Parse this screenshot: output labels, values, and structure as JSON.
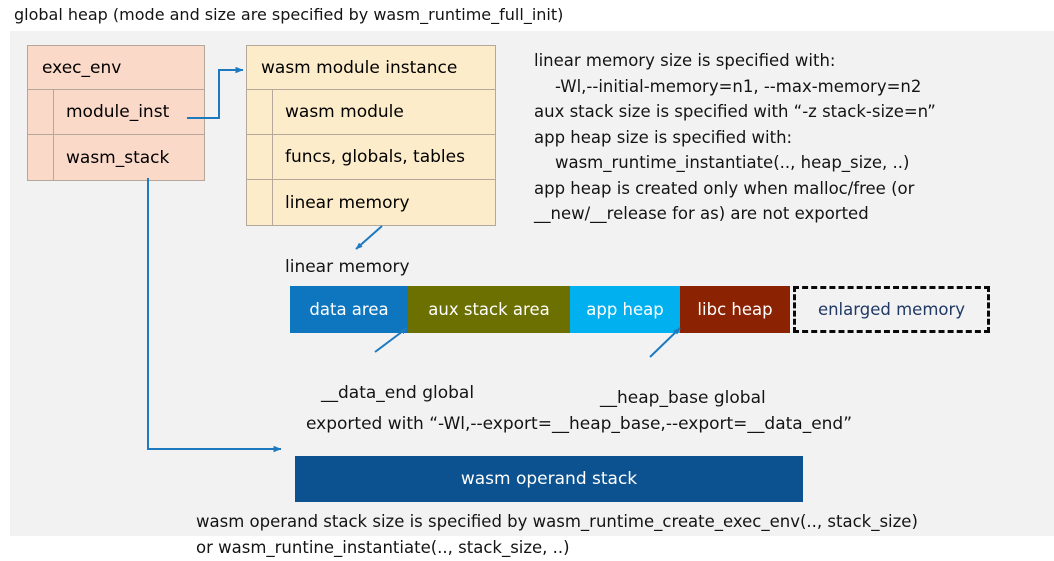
{
  "title": "global heap (mode and size are specified by wasm_runtime_full_init)",
  "colors": {
    "panel_background": "#f2f2f2",
    "exec_env_fill": "#fbd9c9",
    "module_instance_fill": "#fdecca",
    "box_border": "#b5a89a",
    "data_area": "#0d76bf",
    "aux_stack_area": "#6b7000",
    "app_heap": "#00b0ef",
    "libc_heap": "#8b2303",
    "enlarged_memory_text": "#1f3864",
    "operand_stack": "#0d5290",
    "connector": "#1e7ac0"
  },
  "exec_env": {
    "header": "exec_env",
    "fields": [
      {
        "label": "module_inst"
      },
      {
        "label": "wasm_stack"
      }
    ]
  },
  "module_instance": {
    "header": "wasm module instance",
    "fields": [
      {
        "label": "wasm module"
      },
      {
        "label": "funcs, globals, tables"
      },
      {
        "label": "linear memory"
      }
    ]
  },
  "info_text": "linear memory size is specified with:\n    -Wl,--initial-memory=n1, --max-memory=n2\naux stack size is specified with “-z stack-size=n”\napp heap size is specified with:\n    wasm_runtime_instantiate(.., heap_size, ..)\napp heap is created only when malloc/free (or\n__new/__release for as) are not exported",
  "linear_memory": {
    "caption": "linear memory",
    "segments": [
      {
        "label": "data area",
        "color": "#0d76bf",
        "width": 118,
        "style": "solid"
      },
      {
        "label": "aux stack area",
        "color": "#6b7000",
        "width": 162,
        "style": "solid"
      },
      {
        "label": "app heap",
        "color": "#00b0ef",
        "width": 110,
        "style": "solid"
      },
      {
        "label": "libc heap",
        "color": "#8b2303",
        "width": 110,
        "style": "solid"
      },
      {
        "label": "enlarged memory",
        "color": "#f2f2f2",
        "width": 197,
        "style": "dashed"
      }
    ]
  },
  "annotations": {
    "data_end": "__data_end global",
    "heap_base": "__heap_base global",
    "exported_with": "exported with “-Wl,--export=__heap_base,--export=__data_end”"
  },
  "operand_stack": {
    "label": "wasm operand stack"
  },
  "bottom_text": "wasm operand stack size is specified by wasm_runtime_create_exec_env(.., stack_size)\nor wasm_runtine_instantiate(.., stack_size, ..)"
}
